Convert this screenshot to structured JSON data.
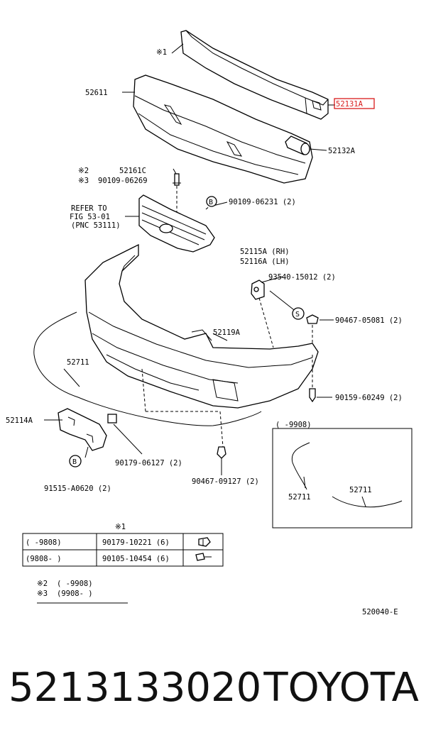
{
  "callouts": {
    "note1_mark": "※1",
    "reinforcement_retainer": "52611",
    "reinforcement": "52131A",
    "spacer": "52132A",
    "note2_mark": "※2",
    "note3_mark": "※3",
    "retainer_52161c": "52161C",
    "screw_90109_06269": "90109-06269",
    "refer_line1": "REFER TO",
    "refer_line2": "FIG 53-01",
    "refer_line3": "(PNC 53111)",
    "bolt_b_90109_06231": "90109-06231 (2)",
    "retainer_rh": "52115A (RH)",
    "retainer_lh": "52116A (LH)",
    "screw_93540_15012": "93540-15012 (2)",
    "nut_90467_05081": "90467-05081 (2)",
    "bumper_cover": "52119A",
    "molding_52711": "52711",
    "bracket_52114a": "52114A",
    "clip_90179_06127": "90179-06127 (2)",
    "screw_90159_60249": "90159-60249 (2)",
    "clip_90467_09127": "90467-09127 (2)",
    "screw_91515_a0620": "91515-A0620 (2)",
    "inset_range": "(     -9908)",
    "inset_part_a": "52711",
    "inset_part_b": "52711",
    "circle_b_1": "B",
    "circle_b_2": "B",
    "circle_s": "S",
    "figure_code": "520040-E"
  },
  "table": {
    "header": "※1",
    "rows": [
      {
        "range": "(      -9808)",
        "part": "90179-10221 (6)"
      },
      {
        "range": "(9808-      )",
        "part": "90105-10454 (6)"
      }
    ]
  },
  "notes": [
    {
      "mark": "※2",
      "text": "(      -9908)"
    },
    {
      "mark": "※3",
      "text": "(9908-      )"
    }
  ],
  "footer": {
    "part_number": "5213133020",
    "brand": "TOYOTA"
  },
  "colors": {
    "highlight": "#d81b1b",
    "ink": "#000000"
  }
}
